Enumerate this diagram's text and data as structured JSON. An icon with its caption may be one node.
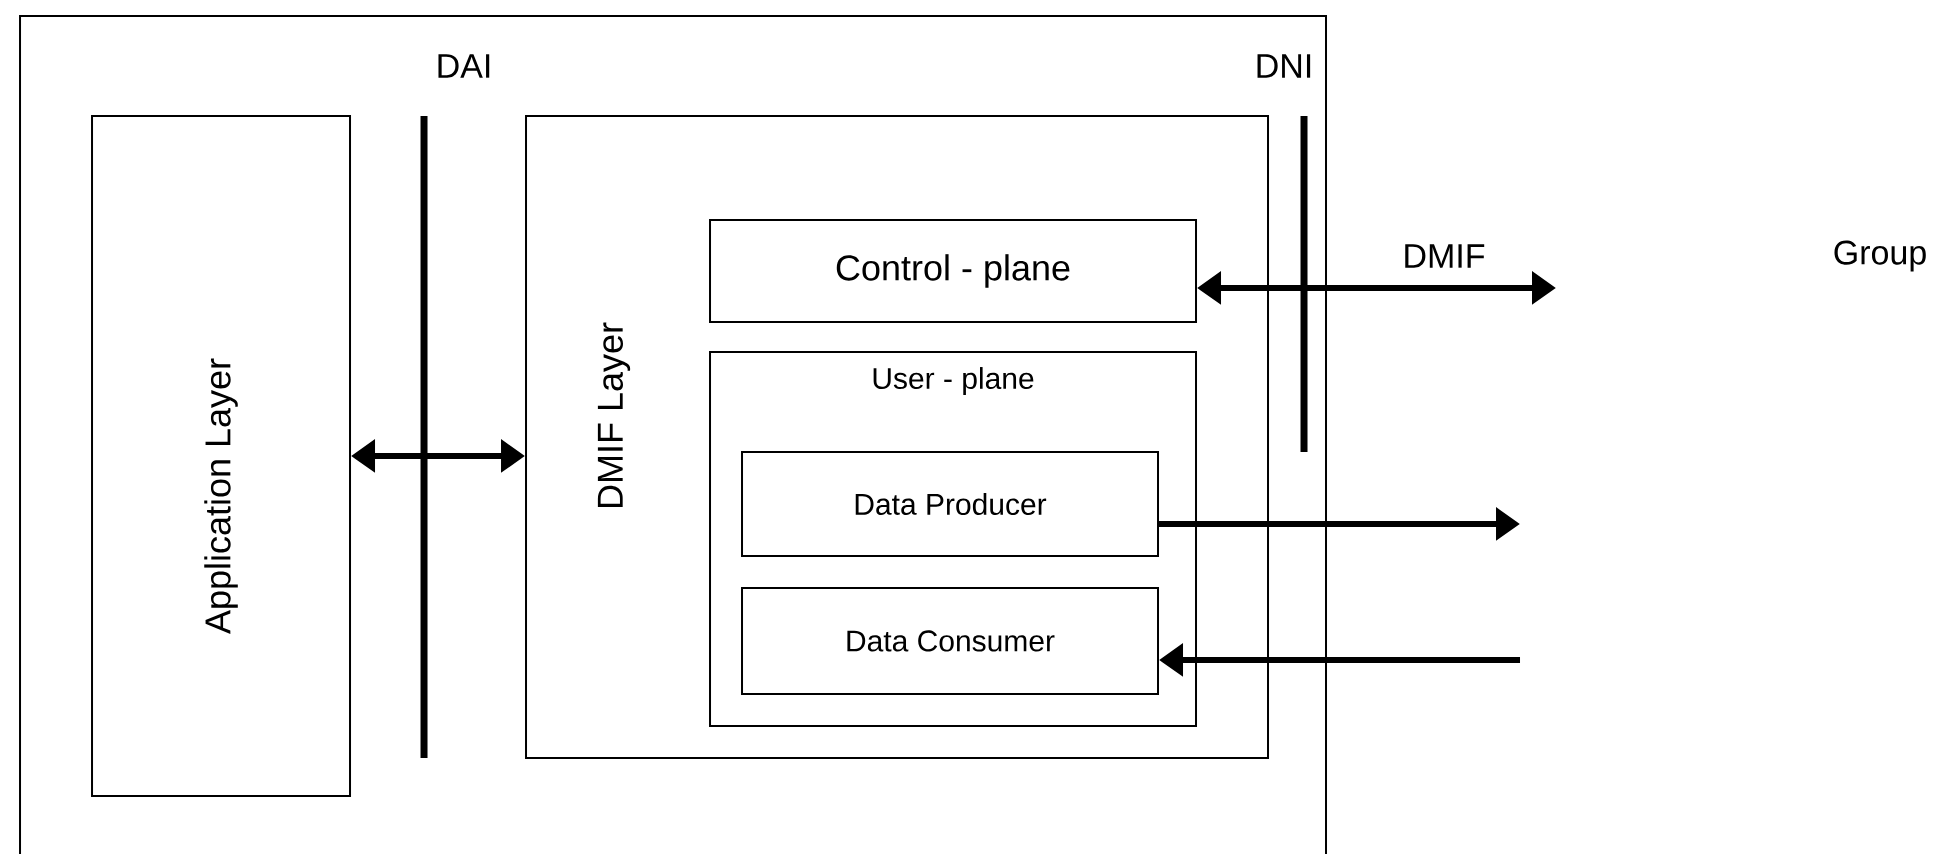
{
  "diagram": {
    "nodes": [
      {
        "text": [],
        "shape": "box"
      },
      {
        "text": [
          "Application Layer"
        ],
        "in": 0
      },
      {
        "text": [
          "DMIF Layer"
        ],
        "in": 0
      },
      {
        "text": [
          "Control - plane"
        ],
        "in": 2
      },
      {
        "text": [
          "User - plane"
        ],
        "in": 2
      },
      {
        "text": [
          "Data Producer"
        ],
        "in": 4
      },
      {
        "text": [
          "Data Consumer"
        ],
        "in": 4
      }
    ],
    "edges": [
      {
        "from": 1,
        "to": 2,
        "arrow": "both"
      },
      {
        "from": 3,
        "to": null,
        "arrow": "both"
      },
      {
        "from": 5,
        "to": null,
        "arrow": "to"
      },
      {
        "from": null,
        "to": 6,
        "arrow": "to"
      }
    ],
    "labels": [
      "DAI",
      "DNI",
      "DMIF",
      "Group"
    ]
  }
}
